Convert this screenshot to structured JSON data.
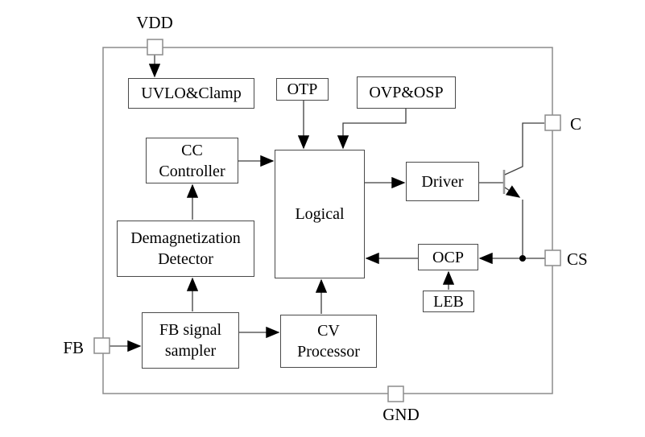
{
  "diagram": {
    "pins": {
      "vdd": "VDD",
      "c": "C",
      "cs": "CS",
      "fb": "FB",
      "gnd": "GND"
    },
    "blocks": {
      "uvlo_clamp": "UVLO&Clamp",
      "otp": "OTP",
      "ovp_osp": "OVP&OSP",
      "cc_controller": "CC\nController",
      "logical": "Logical",
      "driver": "Driver",
      "demag_detector": "Demagnetization\nDetector",
      "ocp": "OCP",
      "leb": "LEB",
      "fb_signal_sampler": "FB signal\nsampler",
      "cv_processor": "CV\nProcessor"
    },
    "colors": {
      "line": "#3d3d3d",
      "outer_border": "#8c8c8c",
      "block_border": "#4a4a4a",
      "arrow": "#000000",
      "text": "#000000",
      "background": "#ffffff"
    }
  }
}
